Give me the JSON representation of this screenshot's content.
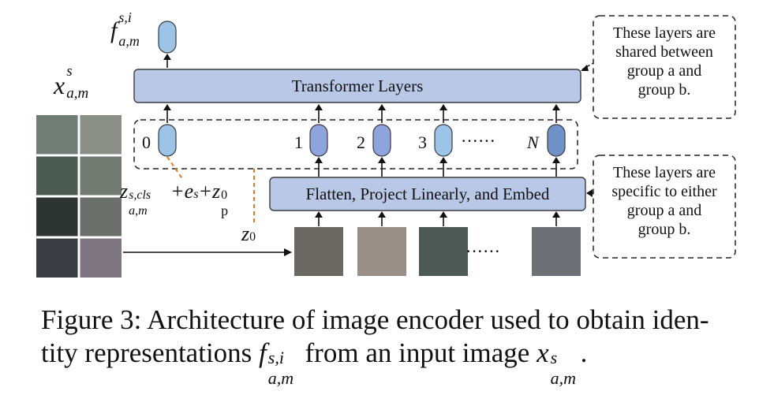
{
  "figure": {
    "transformer_label": "Transformer Layers",
    "embed_label": "Flatten, Project Linearly, and Embed",
    "output_label": {
      "f": "f",
      "sup": "s,i",
      "sub": "a,m"
    },
    "input_label": {
      "x": "x",
      "sup": "s",
      "sub": "a,m"
    },
    "token_indices": [
      "0",
      "1",
      "2",
      "3",
      "N"
    ],
    "ellipsis": "······",
    "cls_formula": {
      "z": "z",
      "sup": "s,cls",
      "sub": "a,m",
      "rest": "+e",
      "rest_sub": "s",
      "plus": "+z",
      "p_sup": "0",
      "p_sub": "p"
    },
    "z0_label": {
      "z": "z",
      "sub": "0"
    },
    "note_shared": [
      "These layers are",
      "shared between",
      "group a and",
      "group b."
    ],
    "note_specific": [
      "These layers are",
      "specific to either",
      "group a and",
      "group b."
    ],
    "colors": {
      "box_fill": "#b8c8e6",
      "box_stroke": "#3b3b3b",
      "token_cls": "#9cc3e8",
      "token_mid": "#8fa4dc",
      "token_dark": "#6f93c9",
      "orange": "#e07b2a"
    }
  },
  "caption": {
    "line1": "Figure 3: Architecture of image encoder used to obtain iden-",
    "line2_a": "tity representations ",
    "line2_b": " from an input image ",
    "line2_end": "."
  }
}
